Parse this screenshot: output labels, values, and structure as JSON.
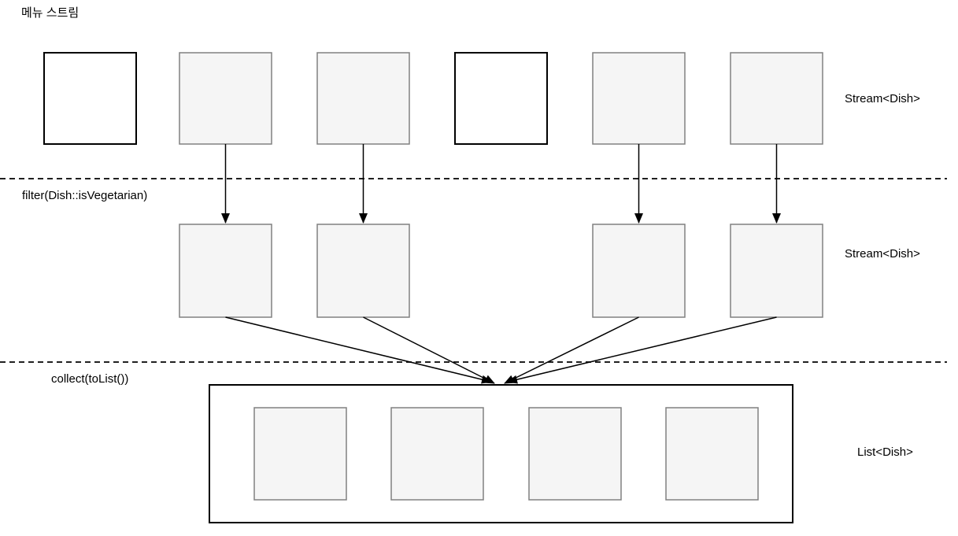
{
  "diagram": {
    "title": "메뉴 스트림",
    "stage1": {
      "label": "Stream<Dish>",
      "squares": [
        "empty",
        "filled",
        "filled",
        "empty",
        "filled",
        "filled"
      ]
    },
    "op1": "filter(Dish::isVegetarian)",
    "stage2": {
      "label": "Stream<Dish>",
      "squares": [
        "filled",
        "filled",
        "filled",
        "filled"
      ]
    },
    "op2": "collect(toList())",
    "stage3": {
      "label": "List<Dish>",
      "squares": [
        "filled",
        "filled",
        "filled",
        "filled"
      ]
    },
    "colors": {
      "filled_fill": "#f5f5f5",
      "filled_border": "#808080",
      "empty_fill": "#ffffff",
      "empty_border": "#000000",
      "line": "#000000"
    }
  }
}
